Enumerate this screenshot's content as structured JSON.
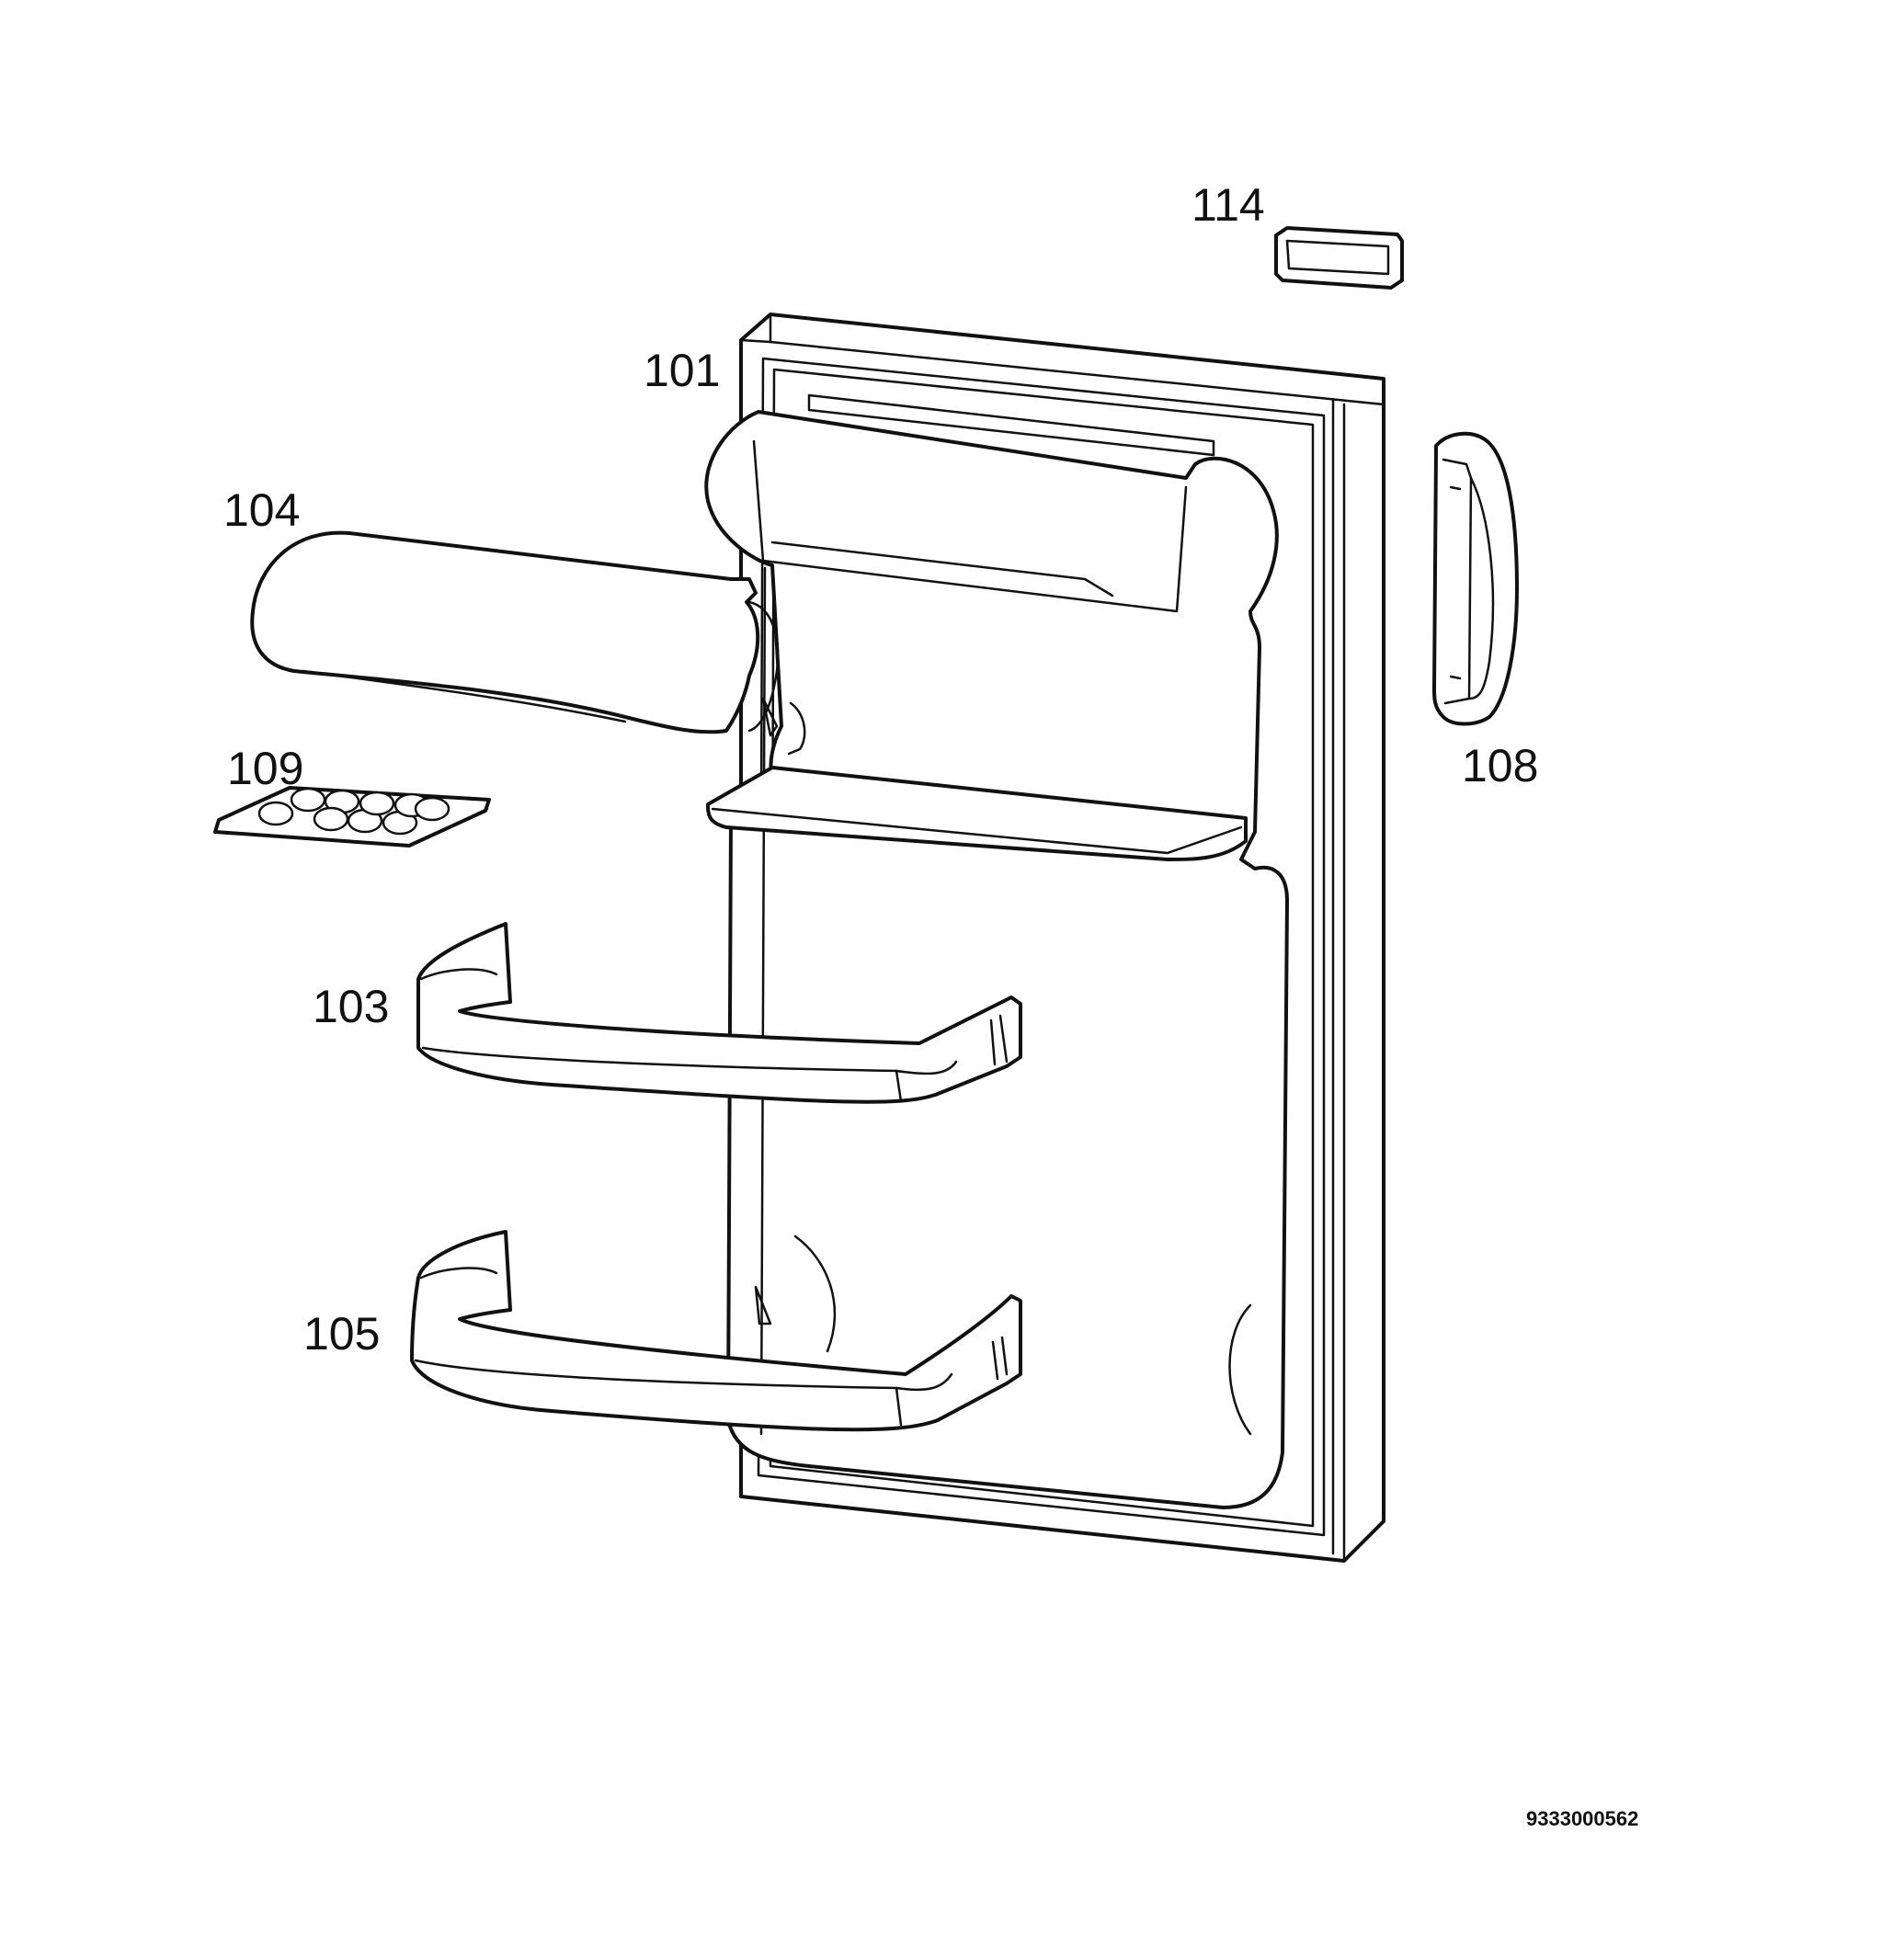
{
  "diagram": {
    "callouts": [
      {
        "id": "101",
        "label": "101"
      },
      {
        "id": "103",
        "label": "103"
      },
      {
        "id": "104",
        "label": "104"
      },
      {
        "id": "105",
        "label": "105"
      },
      {
        "id": "108",
        "label": "108"
      },
      {
        "id": "109",
        "label": "109"
      },
      {
        "id": "114",
        "label": "114"
      }
    ],
    "drawing_number": "9333000562"
  }
}
